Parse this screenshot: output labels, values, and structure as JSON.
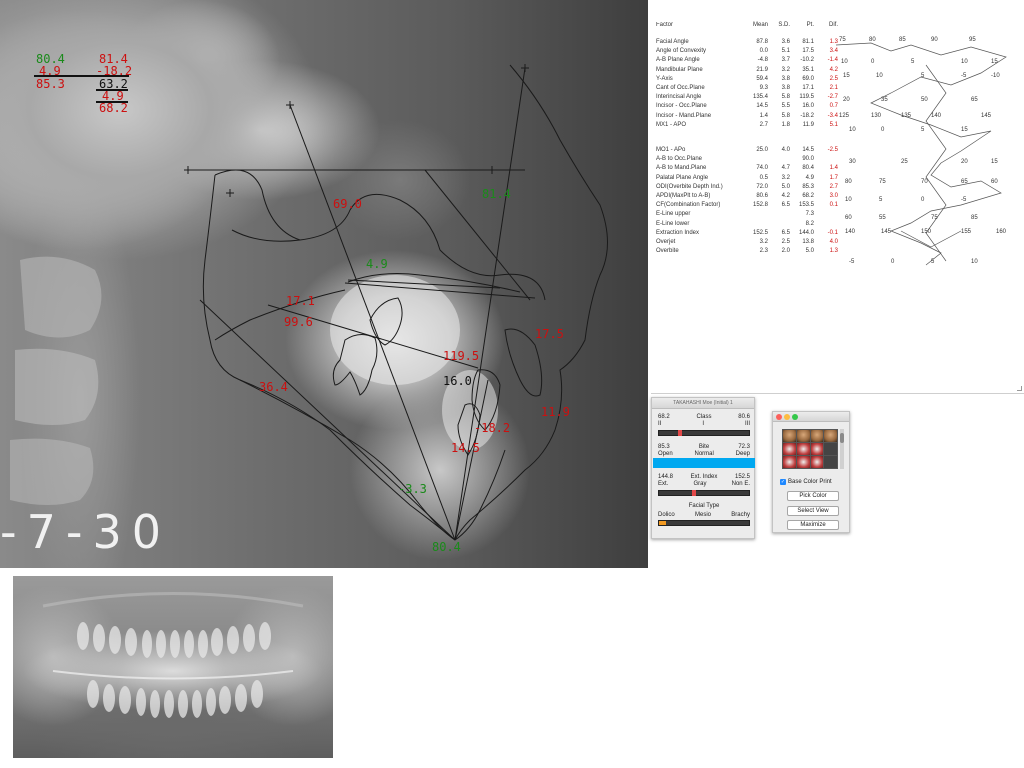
{
  "ceph": {
    "summary": {
      "r1c1": "80.4",
      "r1c2": "81.4",
      "r2c1": "4.9",
      "r2c2": "-18.2",
      "r3c1": "85.3",
      "r3c2": "63.2",
      "r4c2": "4.9",
      "r5c2": "68.2"
    },
    "labels": {
      "a": "69.0",
      "b": "81.4",
      "c": "4.9",
      "d": "17.1",
      "e": "99.6",
      "f": "17.5",
      "g": "119.5",
      "h": "16.0",
      "i": "36.4",
      "j": "11.9",
      "k": "-18.2",
      "l": "14.5",
      "m": "-3.3",
      "n": "80.4"
    },
    "film_id": "-7-30"
  },
  "analysis": {
    "header": [
      "Factor",
      "Mean",
      "S.D.",
      "Pt.",
      "Dif."
    ],
    "rows": [
      {
        "name": "Facial Angle",
        "v1": "87.8",
        "v2": "3.6",
        "v3": "81.1",
        "v4": "1.3"
      },
      {
        "name": "Angle of Convexity",
        "v1": "0.0",
        "v2": "5.1",
        "v3": "17.5",
        "v4": "3.4"
      },
      {
        "name": "A-B Plane Angle",
        "v1": "-4.8",
        "v2": "3.7",
        "v3": "-10.2",
        "v4": "-1.4"
      },
      {
        "name": "Mandibular Plane",
        "v1": "21.9",
        "v2": "3.2",
        "v3": "35.1",
        "v4": "4.2"
      },
      {
        "name": "Y-Axis",
        "v1": "59.4",
        "v2": "3.8",
        "v3": "69.0",
        "v4": "2.5"
      },
      {
        "name": "Cant of Occ.Plane",
        "v1": "9.3",
        "v2": "3.8",
        "v3": "17.1",
        "v4": "2.1"
      },
      {
        "name": "Interincisal Angle",
        "v1": "135.4",
        "v2": "5.8",
        "v3": "119.5",
        "v4": "-2.7"
      },
      {
        "name": "Incisor - Occ.Plane",
        "v1": "14.5",
        "v2": "5.5",
        "v3": "16.0",
        "v4": "0.7"
      },
      {
        "name": "Incisor - Mand.Plane",
        "v1": "1.4",
        "v2": "5.8",
        "v3": "-18.2",
        "v4": "-3.4"
      },
      {
        "name": "MX1 - APO",
        "v1": "2.7",
        "v2": "1.8",
        "v3": "11.9",
        "v4": "5.1"
      },
      {
        "name": "",
        "v1": "",
        "v2": "",
        "v3": "",
        "v4": ""
      },
      {
        "name": "MO1 - APo",
        "v1": "25.0",
        "v2": "4.0",
        "v3": "14.5",
        "v4": "-2.5"
      },
      {
        "name": "A-B to Occ.Plane",
        "v1": "",
        "v2": "",
        "v3": "90.0",
        "v4": ""
      },
      {
        "name": "A-B to Mand.Plane",
        "v1": "74.0",
        "v2": "4.7",
        "v3": "80.4",
        "v4": "1.4"
      },
      {
        "name": "Palatal Plane Angle",
        "v1": "0.5",
        "v2": "3.2",
        "v3": "4.9",
        "v4": "1.7"
      },
      {
        "name": "ODI(Overbite Depth Ind.)",
        "v1": "72.0",
        "v2": "5.0",
        "v3": "85.3",
        "v4": "2.7"
      },
      {
        "name": "APDI(MaxPlt to A-B)",
        "v1": "80.6",
        "v2": "4.2",
        "v3": "68.2",
        "v4": "3.0"
      },
      {
        "name": "CF(Combination Factor)",
        "v1": "152.8",
        "v2": "6.5",
        "v3": "153.5",
        "v4": "0.1"
      },
      {
        "name": "E-Line upper",
        "v1": "",
        "v2": "",
        "v3": "7.3",
        "v4": ""
      },
      {
        "name": "E-Line lower",
        "v1": "",
        "v2": "",
        "v3": "8.2",
        "v4": ""
      },
      {
        "name": "Extraction Index",
        "v1": "152.5",
        "v2": "6.5",
        "v3": "144.0",
        "v4": "-0.1"
      },
      {
        "name": "Overjet",
        "v1": "3.2",
        "v2": "2.5",
        "v3": "13.8",
        "v4": "4.0"
      },
      {
        "name": "Overbite",
        "v1": "2.3",
        "v2": "2.0",
        "v3": "5.0",
        "v4": "1.3"
      }
    ]
  },
  "class_window": {
    "title": "TAKAHASHI Moe (Initial) 1",
    "row1": {
      "left": "68.2",
      "center": "Class",
      "right": "80.6"
    },
    "row1b": {
      "left": "II",
      "center": "I",
      "right": "III"
    },
    "row1_position": 0.22,
    "row2": {
      "left": "85.3",
      "center": "Bite",
      "right": "72.3"
    },
    "row2b": {
      "left": "Open",
      "center": "Normal",
      "right": "Deep"
    },
    "row3": {
      "left": "144.8",
      "center": "Ext. Index",
      "right": "152.5"
    },
    "row3b": {
      "left": "Ext.",
      "center": "Gray",
      "right": "Non E."
    },
    "row3_position": 0.38,
    "facial_type_label": "Facial Type",
    "row4b": {
      "left": "Dolico",
      "center": "Mesio",
      "right": "Brachy"
    },
    "facial_type_fill": 0.08,
    "colors": {
      "bite_bar": "#00a8f0",
      "marker": "#e24848",
      "facial_fill": "#f29a22"
    }
  },
  "photo_window": {
    "checkbox_label": "Base Color Print",
    "checkbox_checked": true,
    "buttons": {
      "pick_color": "Pick Color",
      "select_view": "Select View",
      "maximize": "Maximize"
    }
  }
}
